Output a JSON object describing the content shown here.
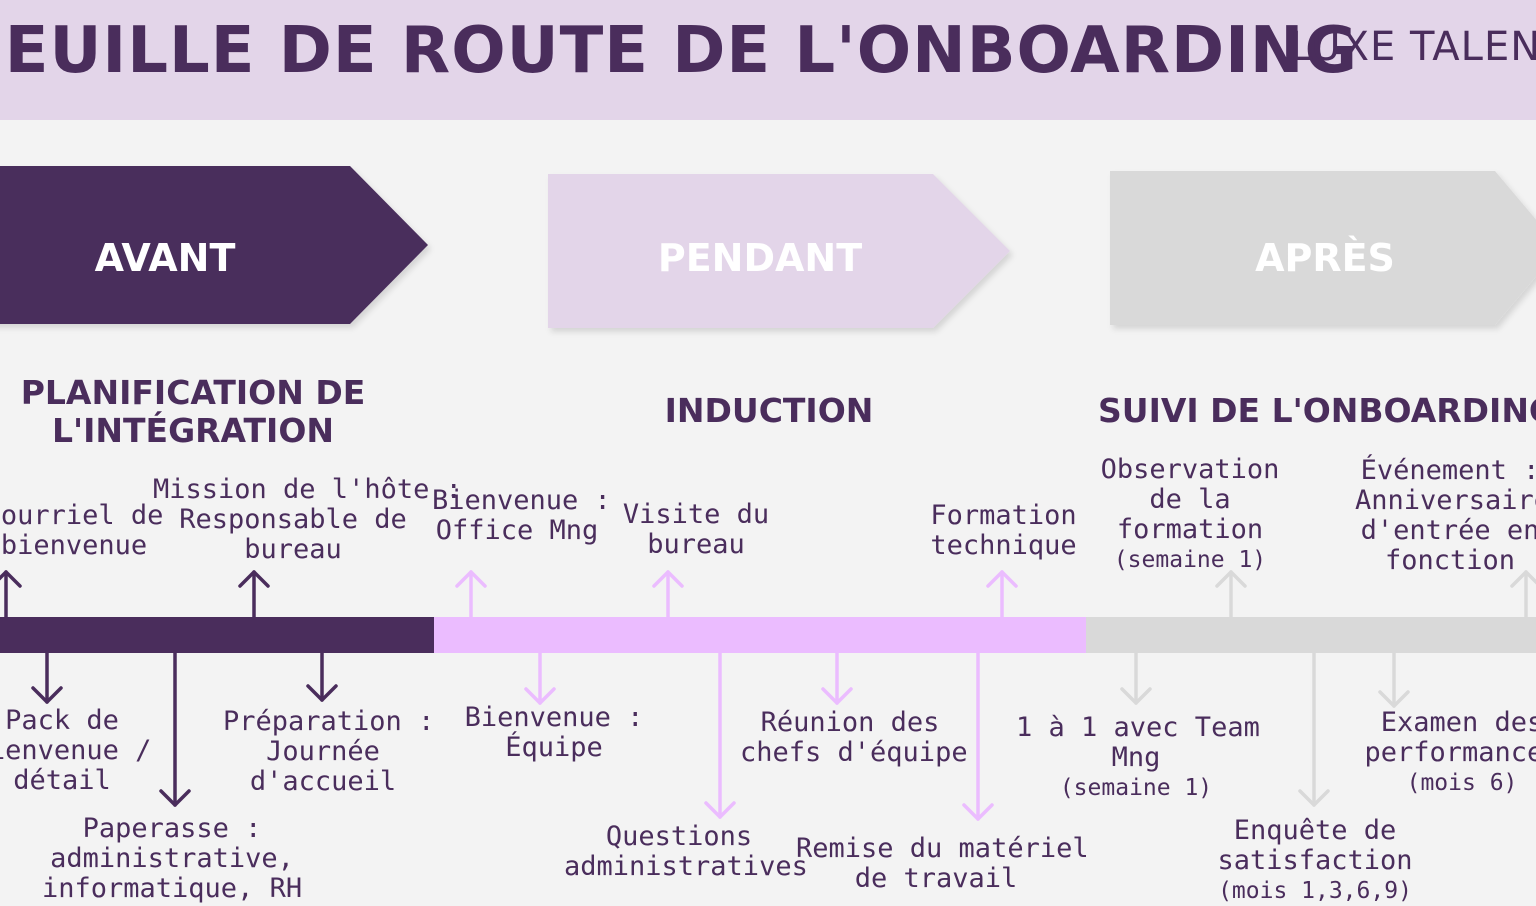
{
  "header": {
    "title": "FEUILLE DE ROUTE DE L'ONBOARDING",
    "brand": "LUXE TALENT"
  },
  "colors": {
    "dark_purple": "#4a2d5c",
    "light_purple": "#ebbcff",
    "pale_purple": "#e3d5e9",
    "grey": "#d9d9d9",
    "background": "#f3f3f3"
  },
  "stages": {
    "avant": "AVANT",
    "pendant": "PENDANT",
    "apres": "APRÈS"
  },
  "sections": {
    "avant": [
      "PLANIFICATION DE",
      "L'INTÉGRATION"
    ],
    "pendant": "INDUCTION",
    "apres": "SUIVI DE L'ONBOARDING"
  },
  "milestones": {
    "courriel": [
      "Courriel de",
      "bienvenue"
    ],
    "mission": [
      "Mission de l'hôte :",
      "Responsable de",
      "bureau"
    ],
    "bienvenue_office": [
      "Bienvenue :",
      "Office Mng"
    ],
    "visite": [
      "Visite du",
      "bureau"
    ],
    "formation": [
      "Formation",
      "technique"
    ],
    "observation": [
      "Observation",
      "de la",
      "formation",
      "(semaine 1)"
    ],
    "evenement": [
      "Événement :",
      "Anniversaire",
      "d'entrée en",
      "fonction"
    ],
    "pack": [
      "Pack de",
      "bienvenue /",
      "détail"
    ],
    "paperasse": [
      "Paperasse :",
      "administrative,",
      "informatique, RH"
    ],
    "preparation": [
      "Préparation :",
      "Journée",
      "d'accueil"
    ],
    "bienvenue_equipe": [
      "Bienvenue :",
      "Équipe"
    ],
    "questions": [
      "Questions",
      "administratives"
    ],
    "reunion": [
      "Réunion des",
      "chefs d'équipe"
    ],
    "remise": [
      "Remise du matériel",
      "de travail"
    ],
    "one_on_one": [
      "1 à 1 avec Team",
      "Mng",
      "(semaine 1)"
    ],
    "enquete": [
      "Enquête de",
      "satisfaction",
      "(mois 1,3,6,9)"
    ],
    "examen": [
      "Examen des",
      "performances",
      "(mois 6)"
    ]
  }
}
